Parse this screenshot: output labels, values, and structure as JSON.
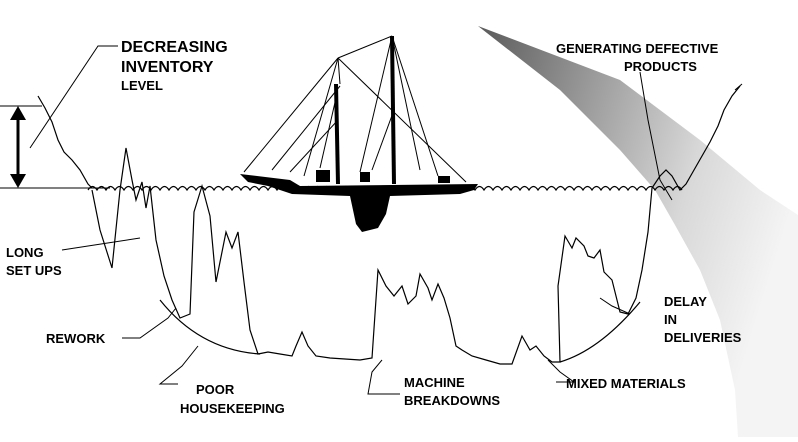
{
  "labels": {
    "decreasing_l1": "DECREASING",
    "decreasing_l2": "INVENTORY",
    "decreasing_l3": "LEVEL",
    "defective_l1": "GENERATING DEFECTIVE",
    "defective_l2": "PRODUCTS",
    "long_l1": "LONG",
    "long_l2": "SET UPS",
    "rework": "REWORK",
    "poor_l1": "POOR",
    "poor_l2": "HOUSEKEEPING",
    "machine_l1": "MACHINE",
    "machine_l2": "BREAKDOWNS",
    "mixed": "MIXED  MATERIALS",
    "delay_l1": "DELAY",
    "delay_l2": "IN",
    "delay_l3": "DELIVERIES"
  },
  "colors": {
    "ink": "#000000",
    "shadow_dark": "#6e6e6e",
    "shadow_light": "#f2f2f2"
  }
}
